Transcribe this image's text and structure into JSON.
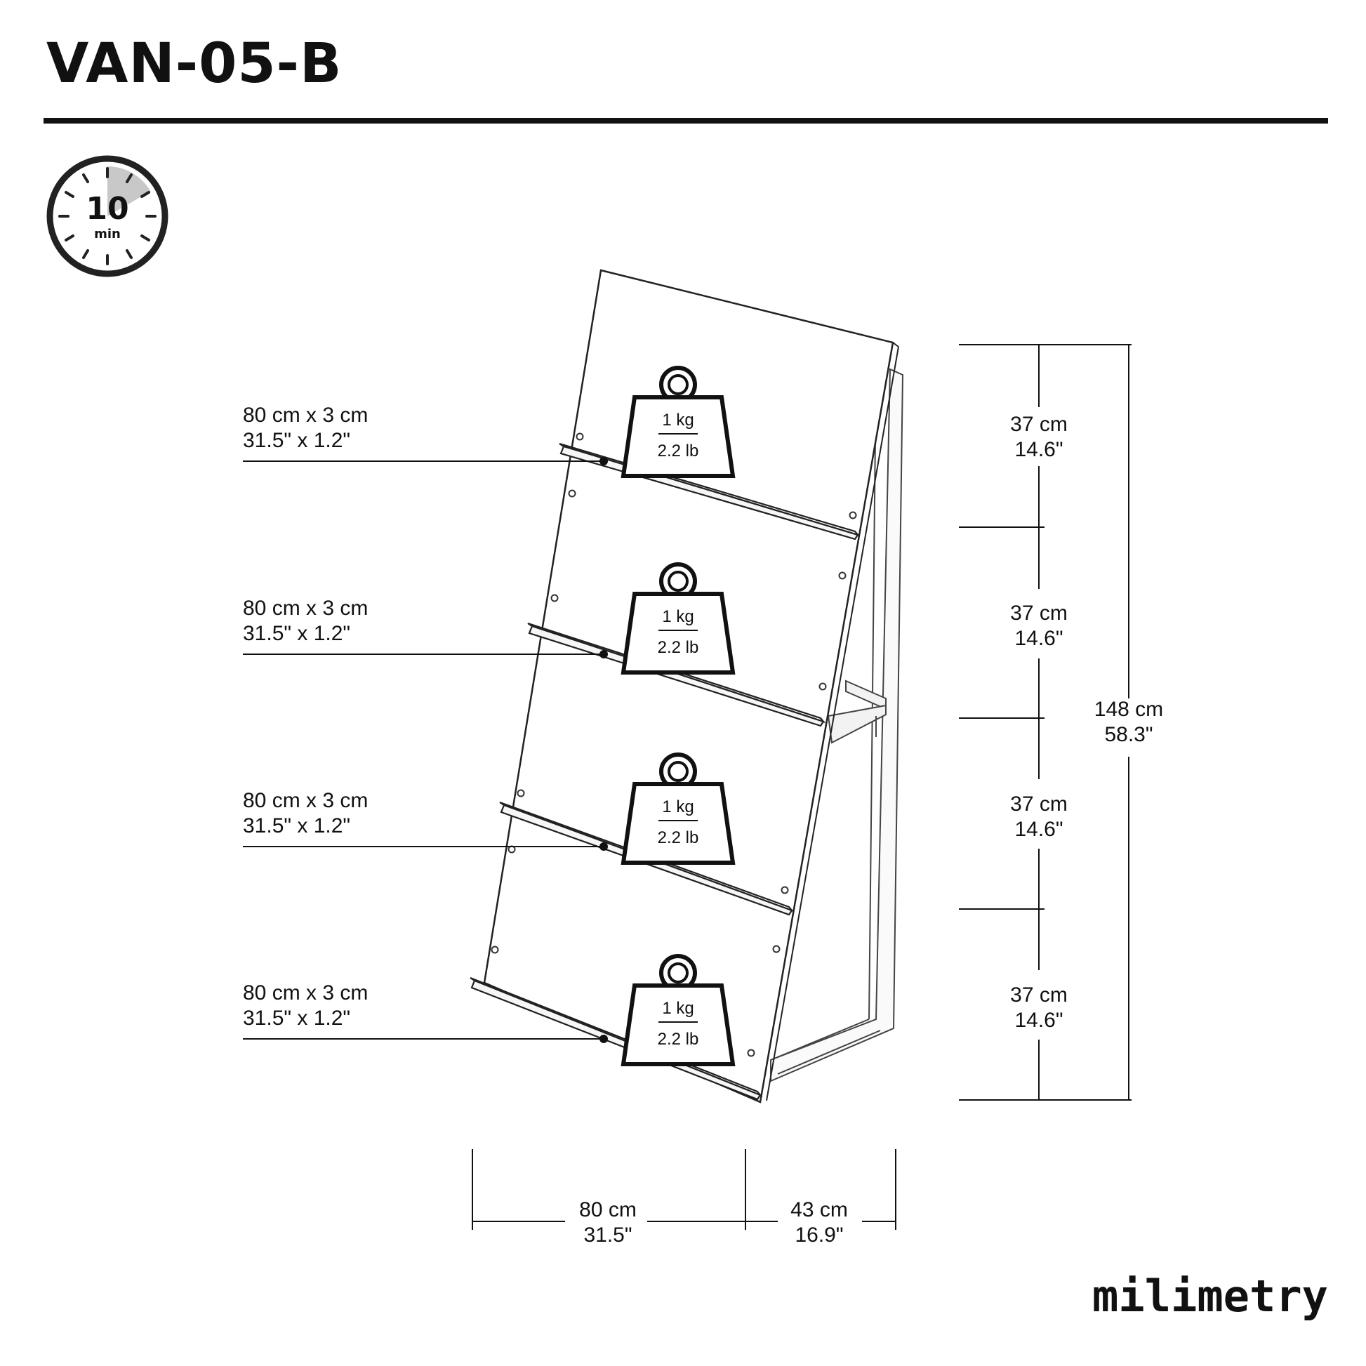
{
  "title": "VAN-05-B",
  "timer": {
    "value": "10",
    "unit": "min",
    "icon": "stopwatch-icon"
  },
  "shelves": [
    {
      "size_metric": "80 cm x 3 cm",
      "size_imperial": "31.5\" x 1.2\""
    },
    {
      "size_metric": "80 cm x 3 cm",
      "size_imperial": "31.5\" x 1.2\""
    },
    {
      "size_metric": "80 cm x 3 cm",
      "size_imperial": "31.5\" x 1.2\""
    },
    {
      "size_metric": "80 cm x 3 cm",
      "size_imperial": "31.5\" x 1.2\""
    }
  ],
  "load": {
    "metric": "1 kg",
    "imperial": "2.2 lb",
    "icon": "weight-icon"
  },
  "segments": [
    {
      "metric": "37 cm",
      "imperial": "14.6\""
    },
    {
      "metric": "37 cm",
      "imperial": "14.6\""
    },
    {
      "metric": "37 cm",
      "imperial": "14.6\""
    },
    {
      "metric": "37 cm",
      "imperial": "14.6\""
    }
  ],
  "total_height": {
    "metric": "148 cm",
    "imperial": "58.3\""
  },
  "width": {
    "metric": "80 cm",
    "imperial": "31.5\""
  },
  "depth": {
    "metric": "43 cm",
    "imperial": "16.9\""
  },
  "brand": "milimetry"
}
